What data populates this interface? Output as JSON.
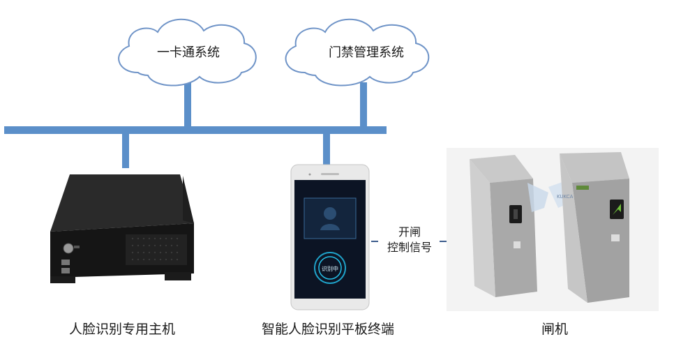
{
  "clouds": {
    "card_system": "一卡通系统",
    "access_system": "门禁管理系统"
  },
  "devices": {
    "host_label": "人脸识别专用主机",
    "terminal_label": "智能人脸识别平板终端",
    "gate_label": "闸机"
  },
  "terminal_screen": {
    "button_text": "识别中"
  },
  "signal": {
    "line1": "开闸",
    "line2": "控制信号"
  },
  "gate_brand": "KUKCA",
  "colors": {
    "network": "#5b8fc9",
    "cloud_stroke": "#6e93c7"
  }
}
